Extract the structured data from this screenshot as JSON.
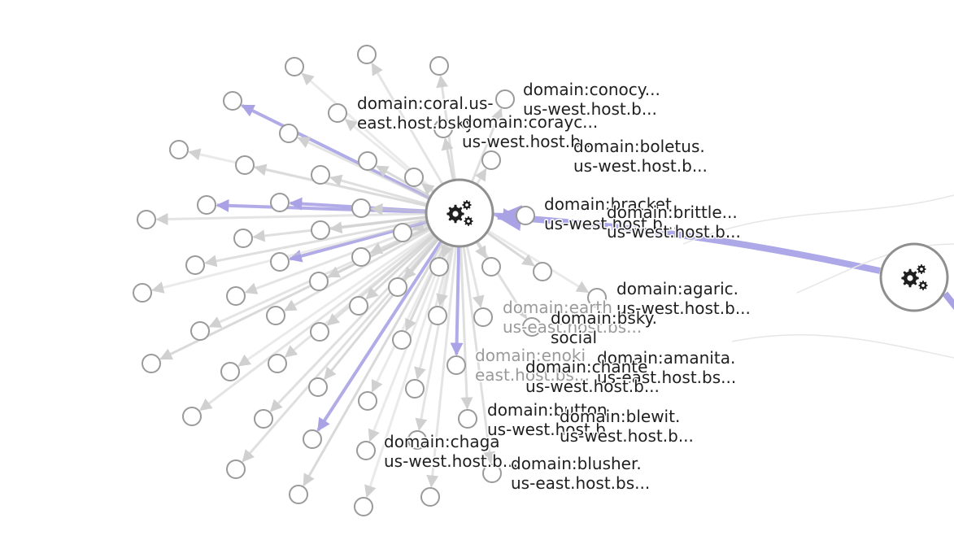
{
  "graph": {
    "colors": {
      "background": "#ffffff",
      "edge": "#d0d0d0",
      "edge_highlight": "#a9a3e6",
      "node_stroke": "#9a9a9a",
      "hub_stroke": "#8f8f8f",
      "hub_icon": "#1f1f1f",
      "label": "#1f1f1f",
      "label_faded": "#9a9a9a"
    },
    "hub_icon": "gears-icon",
    "labels": [
      {
        "lines": [
          "domain:coral.us-",
          "east.host.bsky..."
        ]
      },
      {
        "lines": [
          "domain:conocy...",
          "us-west.host.b..."
        ]
      },
      {
        "lines": [
          "domain:corayc...",
          "us-west.host.b..."
        ]
      },
      {
        "lines": [
          "domain:boletus.",
          "us-west.host.b..."
        ]
      },
      {
        "lines": [
          "domain:bracket.",
          "us-west.host.b..."
        ]
      },
      {
        "lines": [
          "domain:brittle...",
          "us-west.host.b..."
        ]
      },
      {
        "lines": [
          "domain:agaric.",
          "us-west.host.b..."
        ]
      },
      {
        "lines": [
          "domain:earth",
          "us-east.host.bs..."
        ],
        "faded": true
      },
      {
        "lines": [
          "domain:bsky.",
          "social"
        ]
      },
      {
        "lines": [
          "domain:enoki",
          "east.host.bs..."
        ],
        "faded": true
      },
      {
        "lines": [
          "domain:amanita.",
          "us-east.host.bs..."
        ]
      },
      {
        "lines": [
          "domain:chante",
          "us-west.host.b..."
        ]
      },
      {
        "lines": [
          "domain:button",
          "us-west.host.b..."
        ]
      },
      {
        "lines": [
          "domain:blewit.",
          "us-west.host.b..."
        ]
      },
      {
        "lines": [
          "domain:chaga",
          "us-west.host.b..."
        ]
      },
      {
        "lines": [
          "domain:blusher.",
          "us-east.host.bs..."
        ]
      }
    ]
  }
}
